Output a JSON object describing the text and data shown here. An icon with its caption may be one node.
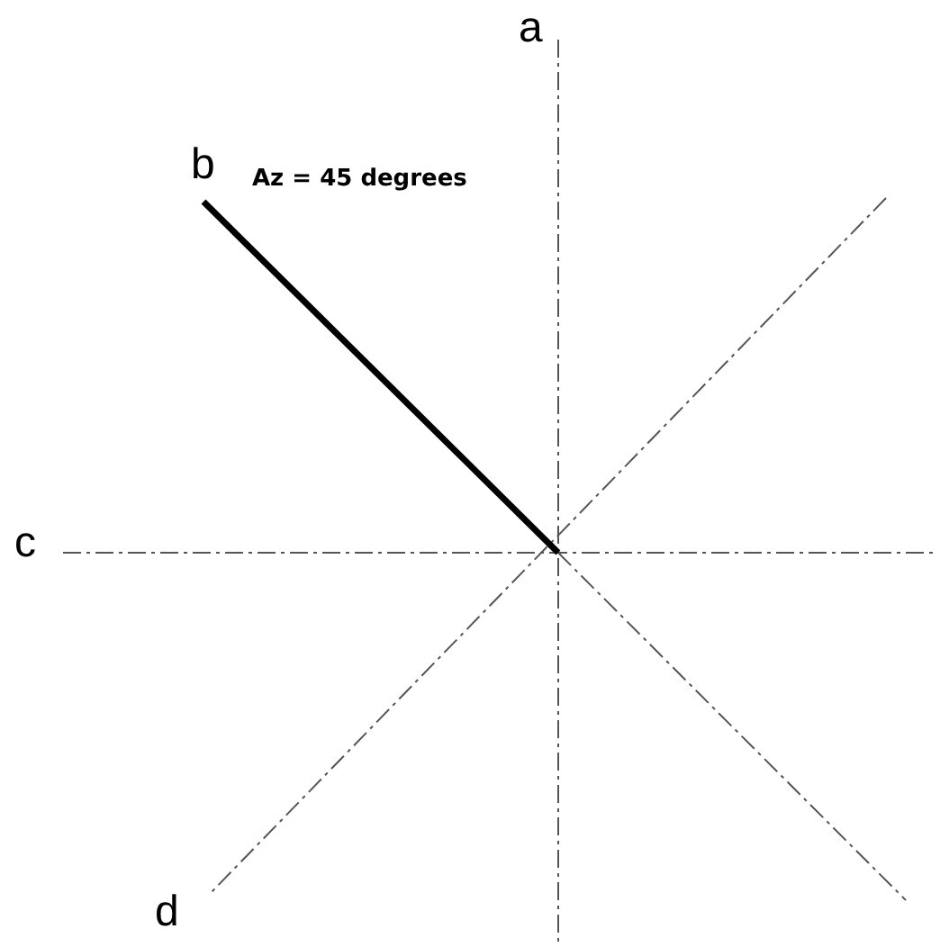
{
  "diagram": {
    "labels": [
      "a",
      "b",
      "Az = 45 degrees",
      "c",
      "d"
    ]
  }
}
